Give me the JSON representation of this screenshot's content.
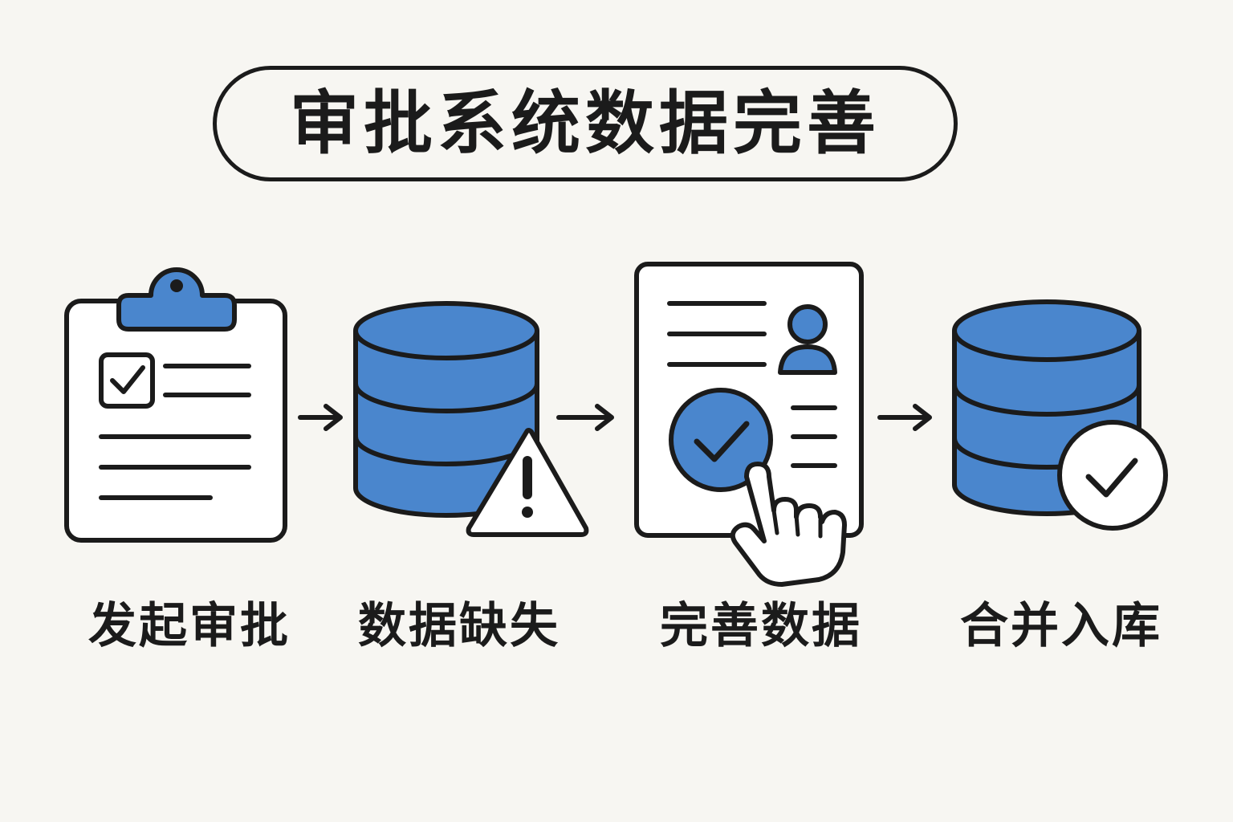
{
  "title": "审批系统数据完善",
  "colors": {
    "accent": "#4a86cd",
    "stroke": "#1b1b1b",
    "background": "#f7f6f2",
    "paper": "#ffffff"
  },
  "steps": [
    {
      "label": "发起审批",
      "icon": "clipboard-checklist-icon"
    },
    {
      "label": "数据缺失",
      "icon": "database-warning-icon"
    },
    {
      "label": "完善数据",
      "icon": "document-user-check-click-icon"
    },
    {
      "label": "合并入库",
      "icon": "database-check-icon"
    }
  ],
  "connectors": [
    "arrow-right-icon",
    "arrow-right-icon",
    "arrow-right-icon"
  ]
}
